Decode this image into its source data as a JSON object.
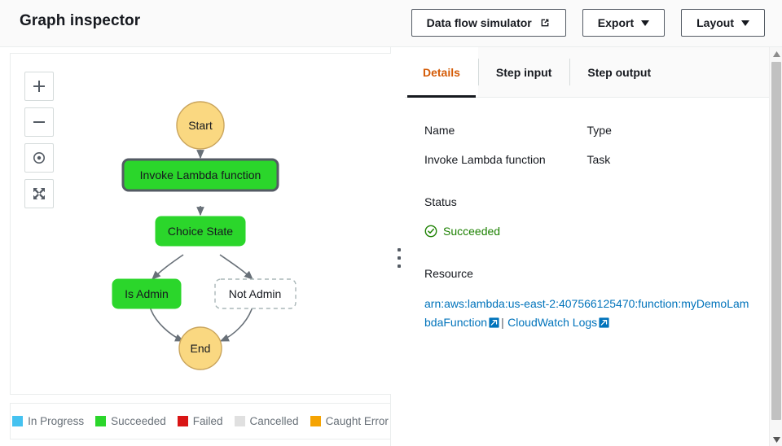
{
  "header": {
    "title": "Graph inspector",
    "buttons": [
      {
        "name": "data-flow-simulator",
        "label": "Data flow simulator",
        "icon": "external-link-icon"
      },
      {
        "name": "export",
        "label": "Export",
        "icon": "chevron-down-icon"
      },
      {
        "name": "layout",
        "label": "Layout",
        "icon": "chevron-down-icon"
      }
    ]
  },
  "graph": {
    "zoom_controls": [
      {
        "name": "zoom-in",
        "icon": "plus-icon"
      },
      {
        "name": "zoom-out",
        "icon": "minus-icon"
      },
      {
        "name": "center-graph",
        "icon": "target-icon"
      },
      {
        "name": "fullscreen",
        "icon": "expand-icon"
      }
    ],
    "nodes": [
      {
        "id": "start",
        "label": "Start",
        "shape": "circle",
        "status": "start",
        "selected": false
      },
      {
        "id": "invoke-lambda",
        "label": "Invoke Lambda function",
        "shape": "rect",
        "status": "succeeded",
        "selected": true
      },
      {
        "id": "choice-state",
        "label": "Choice State",
        "shape": "rect",
        "status": "succeeded",
        "selected": false
      },
      {
        "id": "is-admin",
        "label": "Is Admin",
        "shape": "rect",
        "status": "succeeded",
        "selected": false
      },
      {
        "id": "not-admin",
        "label": "Not Admin",
        "shape": "rect",
        "status": "not-executed",
        "selected": false
      },
      {
        "id": "end",
        "label": "End",
        "shape": "circle",
        "status": "end",
        "selected": false
      }
    ],
    "edges": [
      {
        "from": "start",
        "to": "invoke-lambda"
      },
      {
        "from": "invoke-lambda",
        "to": "choice-state"
      },
      {
        "from": "choice-state",
        "to": "is-admin"
      },
      {
        "from": "choice-state",
        "to": "not-admin"
      },
      {
        "from": "is-admin",
        "to": "end"
      },
      {
        "from": "not-admin",
        "to": "end"
      }
    ],
    "legend": [
      {
        "label": "In Progress",
        "color": "#45c2f0"
      },
      {
        "label": "Succeeded",
        "color": "#2bd62b"
      },
      {
        "label": "Failed",
        "color": "#d91515"
      },
      {
        "label": "Cancelled",
        "color": "#e0e0e0"
      },
      {
        "label": "Caught Error",
        "color": "#f5a302"
      }
    ],
    "colors": {
      "succeeded_fill": "#2bd62b",
      "terminal_fill": "#fad881",
      "terminal_stroke": "#c9a45c",
      "not_executed_stroke": "#aab7b8",
      "node_stroke": "#545b64",
      "edge_stroke": "#687078"
    }
  },
  "details": {
    "tabs": [
      {
        "name": "details",
        "label": "Details",
        "active": true
      },
      {
        "name": "step-input",
        "label": "Step input",
        "active": false
      },
      {
        "name": "step-output",
        "label": "Step output",
        "active": false
      }
    ],
    "name_label": "Name",
    "name_value": "Invoke Lambda function",
    "type_label": "Type",
    "type_value": "Task",
    "status_label": "Status",
    "status_value": "Succeeded",
    "status_color": "#1d8102",
    "resource_label": "Resource",
    "resource_arn": "arn:aws:lambda:us-east-2:407566125470:function:myDemoLambdaFunction",
    "resource_separator": "|",
    "cloudwatch_label": "CloudWatch Logs",
    "link_color": "#0073bb"
  },
  "accent": {
    "active_tab": "#d45b07",
    "header_bg": "#fafafa",
    "border": "#eaeded"
  }
}
